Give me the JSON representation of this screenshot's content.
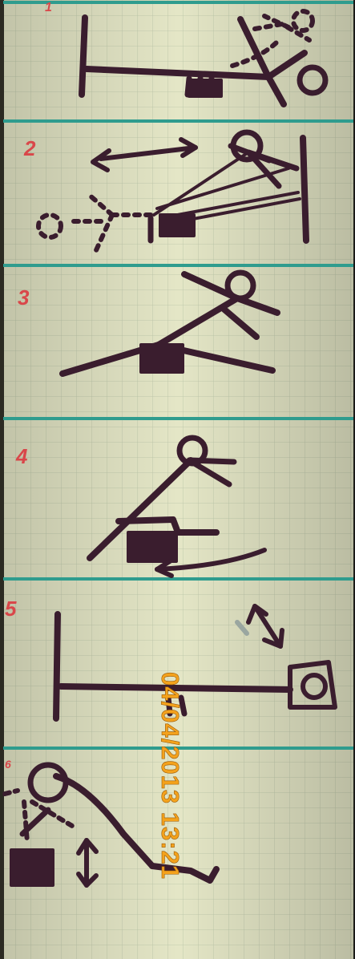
{
  "photo": {
    "paper_color": "#e4e6c6",
    "grid_color": "#b9c4a8",
    "divider_color": "#2f9c8e",
    "ink_color": "#3a1d2e",
    "number_color": "#d9474a",
    "stamp_color": "#f4a21c",
    "panels": [
      {
        "number": "1"
      },
      {
        "number": "2"
      },
      {
        "number": "3"
      },
      {
        "number": "4"
      },
      {
        "number": "5"
      },
      {
        "number": "6"
      }
    ],
    "date_stamp": "04/04/2013  13:21"
  }
}
